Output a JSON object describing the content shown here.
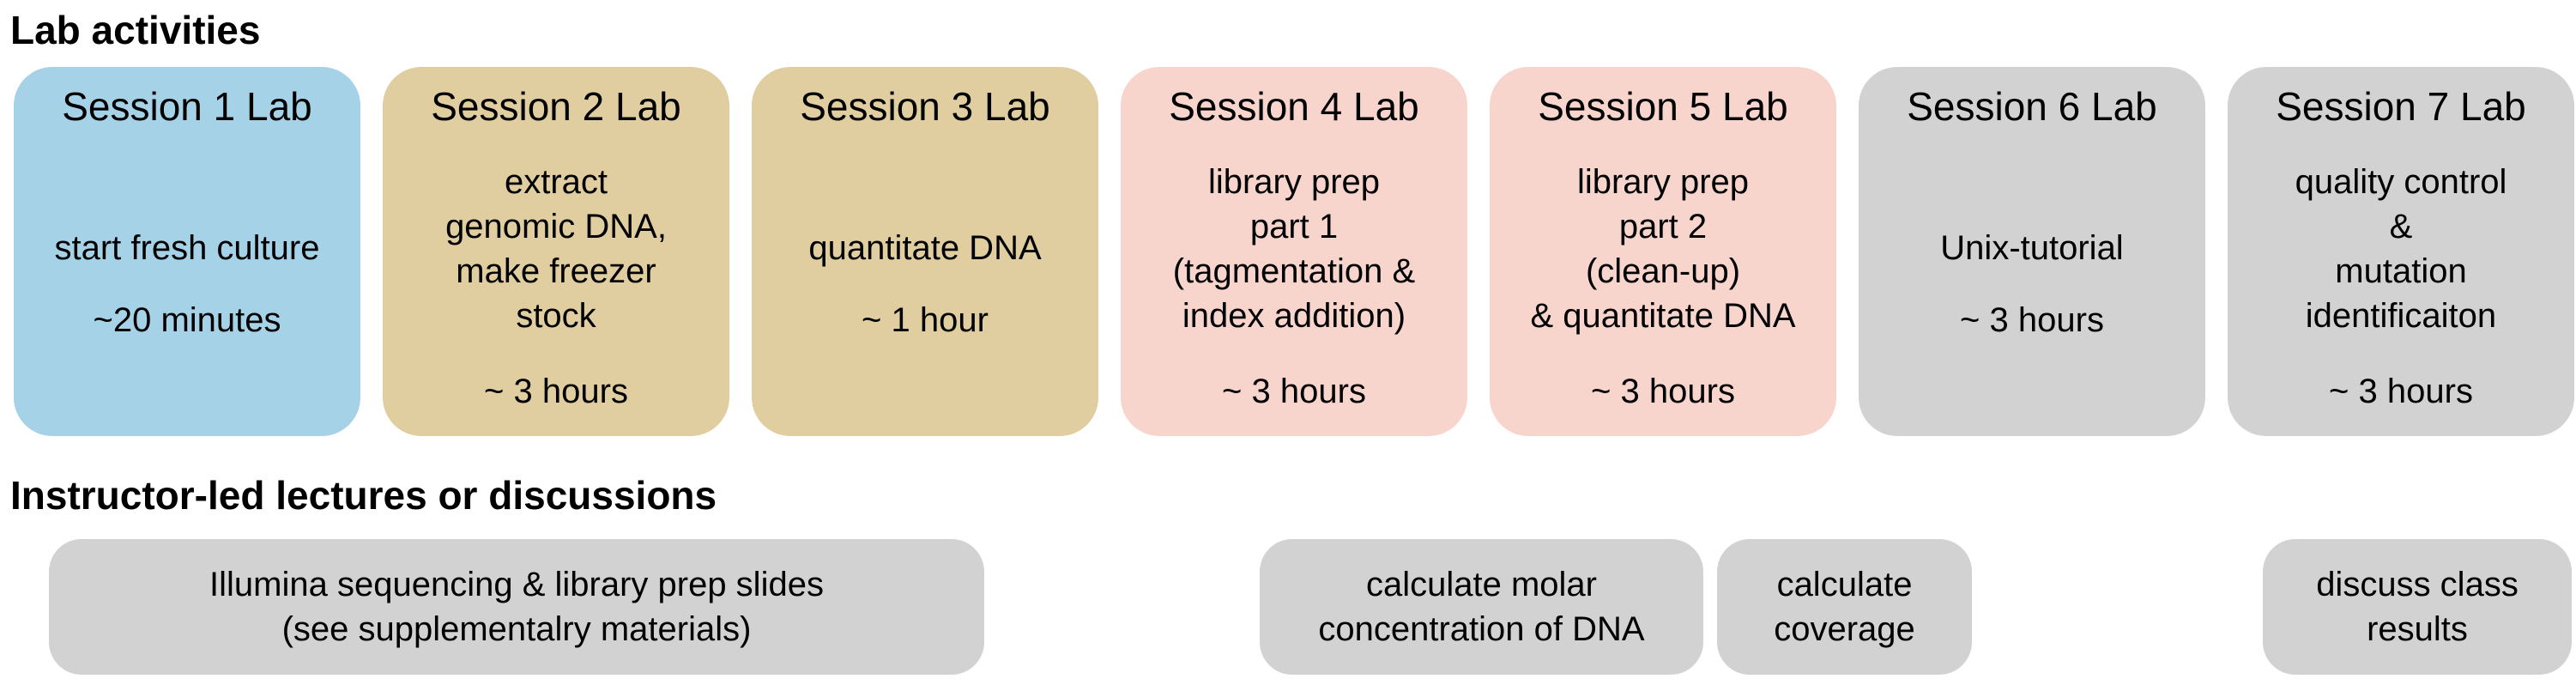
{
  "lab_section": {
    "heading": "Lab activities"
  },
  "lecture_section": {
    "heading": "Instructor-led lectures or discussions"
  },
  "palette": {
    "blue": "#a6d2e8",
    "tan": "#e0cda0",
    "pink": "#f8d5cc",
    "gray": "#d2d2d2",
    "text": "#000000",
    "background": "#ffffff"
  },
  "sessions": [
    {
      "title": "Session 1 Lab",
      "color": "blue",
      "layout": "mid",
      "description_lines": [
        "start fresh culture"
      ],
      "duration": "~20 minutes"
    },
    {
      "title": "Session 2 Lab",
      "color": "tan",
      "layout": "top",
      "description_lines": [
        "extract",
        "genomic DNA,",
        "make freezer",
        "stock"
      ],
      "duration": "~ 3 hours"
    },
    {
      "title": "Session 3 Lab",
      "color": "tan",
      "layout": "mid",
      "description_lines": [
        "quantitate DNA"
      ],
      "duration": "~ 1 hour"
    },
    {
      "title": "Session 4 Lab",
      "color": "pink",
      "layout": "top",
      "description_lines": [
        "library prep",
        "part 1",
        "(tagmentation &",
        "index addition)"
      ],
      "duration": "~ 3 hours"
    },
    {
      "title": "Session 5 Lab",
      "color": "pink",
      "layout": "top",
      "description_lines": [
        "library prep",
        "part 2",
        "(clean-up)",
        "& quantitate DNA"
      ],
      "duration": "~ 3 hours"
    },
    {
      "title": "Session 6 Lab",
      "color": "gray",
      "layout": "mid",
      "description_lines": [
        "Unix-tutorial"
      ],
      "duration": "~ 3 hours"
    },
    {
      "title": "Session 7 Lab",
      "color": "gray",
      "layout": "top",
      "description_lines": [
        "quality control",
        "&",
        "mutation",
        "identificaiton"
      ],
      "duration": "~ 3 hours"
    }
  ],
  "lecture_boxes": [
    {
      "lines": [
        "Illumina sequencing & library prep slides",
        "(see supplementalry materials)"
      ]
    },
    {
      "lines": [
        "calculate molar",
        "concentration of DNA"
      ]
    },
    {
      "lines": [
        "calculate",
        "coverage"
      ]
    },
    {
      "lines": [
        "discuss class",
        "results"
      ]
    }
  ]
}
